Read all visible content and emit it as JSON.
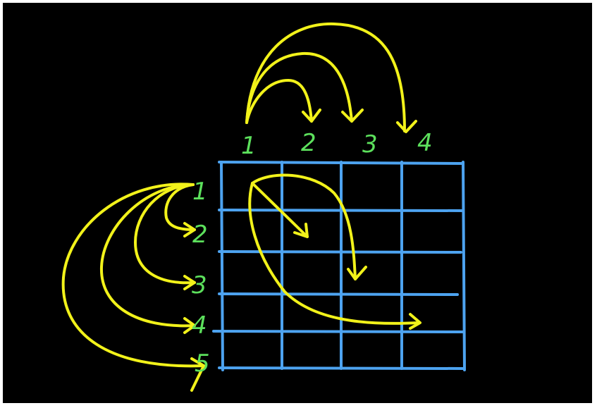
{
  "colors": {
    "background": "#000000",
    "frame": "#ffffff",
    "grid": "#4da3f0",
    "arrows": "#f2f21a",
    "labels": "#5ce05c"
  },
  "column_labels": [
    "1",
    "2",
    "3",
    "4"
  ],
  "row_labels": [
    "1",
    "2",
    "3",
    "4",
    "5"
  ],
  "grid": {
    "rows": 5,
    "columns": 4
  },
  "arrows": {
    "top": [
      {
        "from": "1",
        "to": "2"
      },
      {
        "from": "1",
        "to": "3"
      },
      {
        "from": "1",
        "to": "4"
      }
    ],
    "left": [
      {
        "from": "1",
        "to": "2"
      },
      {
        "from": "1",
        "to": "3"
      },
      {
        "from": "1",
        "to": "4"
      },
      {
        "from": "1",
        "to": "5"
      }
    ],
    "inside_grid": 3
  }
}
